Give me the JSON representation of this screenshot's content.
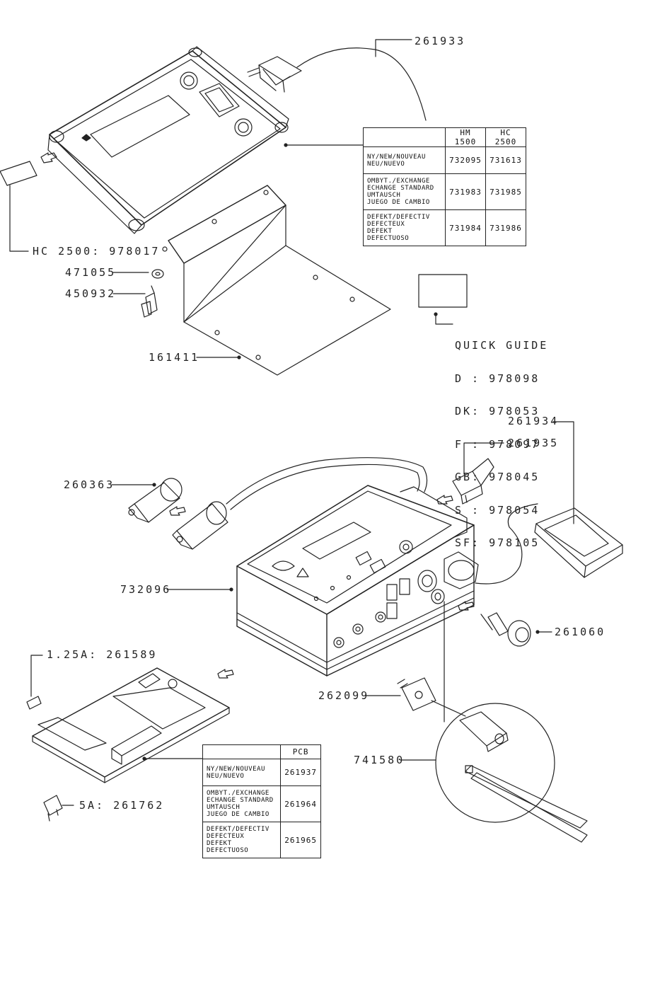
{
  "labels": {
    "cable_top": "261933",
    "hc_label": "HC 2500: 978017",
    "washer": "471055",
    "screw": "450932",
    "bracket": "161411",
    "relay_cable": "261934",
    "switch": "261935",
    "plug": "260363",
    "control_box": "732096",
    "indicator": "261060",
    "fuse_small": "1.25A: 261589",
    "connector": "262099",
    "cable_tie": "741580",
    "fuse_blade": "5A: 261762"
  },
  "table_top": {
    "headers": [
      "",
      "HM 1500",
      "HC 2500"
    ],
    "rows": [
      {
        "desc": "NY/NEW/NOUVEAU\nNEU/NUEVO",
        "a": "732095",
        "b": "731613"
      },
      {
        "desc": "OMBYT./EXCHANGE\nECHANGE STANDARD\nUMTAUSCH\nJUEGO DE CAMBIO",
        "a": "731983",
        "b": "731985"
      },
      {
        "desc": "DEFEKT/DEFECTIV\nDEFECTEUX\nDEFEKT\nDEFECTUOSO",
        "a": "731984",
        "b": "731986"
      }
    ]
  },
  "quick_guide": {
    "title": "QUICK GUIDE",
    "entries": [
      {
        "lang": "D :",
        "num": "978098"
      },
      {
        "lang": "DK:",
        "num": "978053"
      },
      {
        "lang": "F :",
        "num": "978097"
      },
      {
        "lang": "GB:",
        "num": "978045"
      },
      {
        "lang": "S :",
        "num": "978054"
      },
      {
        "lang": "SF:",
        "num": "978105"
      }
    ]
  },
  "table_pcb": {
    "headers": [
      "",
      "PCB"
    ],
    "rows": [
      {
        "desc": "NY/NEW/NOUVEAU\nNEU/NUEVO",
        "a": "261937"
      },
      {
        "desc": "OMBYT./EXCHANGE\nECHANGE STANDARD\nUMTAUSCH\nJUEGO DE CAMBIO",
        "a": "261964"
      },
      {
        "desc": "DEFEKT/DEFECTIV\nDEFECTEUX\nDEFEKT\nDEFECTUOSO",
        "a": "261965"
      }
    ]
  }
}
